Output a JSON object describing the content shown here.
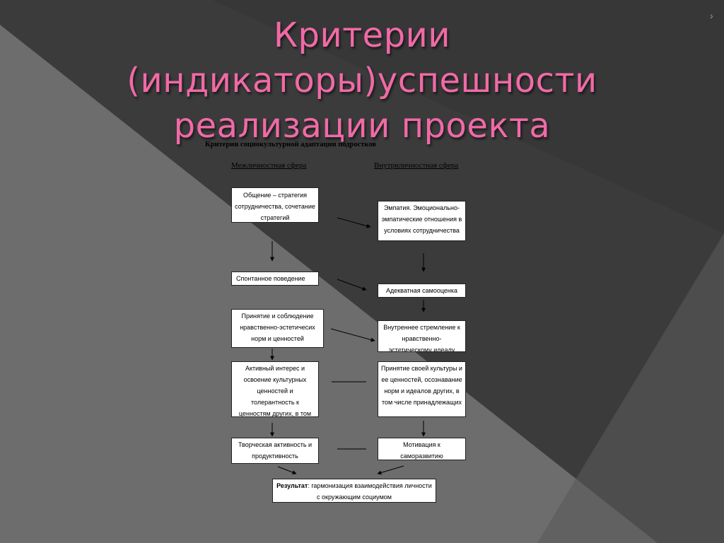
{
  "colors": {
    "bg_dark": "#3a3a3a",
    "bg_light": "#6e6e6e",
    "title": "#f06aa6",
    "box_fill": "#ffffff",
    "box_border": "#222222"
  },
  "slide": {
    "title_lines": [
      "Критерии",
      "(индикаторы)успешности",
      "реализации проекта"
    ],
    "subtitle": "Критерии социокультурной адаптации подростков",
    "col_left": "Межличностная сфера",
    "col_right": "Внутриличностная сфера",
    "nav_icon": "chevron-right-icon",
    "nav_glyph": "›"
  },
  "diagram": {
    "left": [
      "Общение – стратегия сотрудничества, сочетание стратегий",
      "Спонтанное поведение",
      "Принятие и соблюдение нравственно-эстетичесих норм и ценностей",
      "Активный интерес и освоение культурных ценностей и толерантность к ценностям других, в том",
      "Творческая активность и продуктивность"
    ],
    "right": [
      "Эмпатия. Эмоционально-эмпатические отношения в условиях сотрудничества",
      "Адекватная самооценка",
      "Внутреннее стремление к нравственно-эстетическому идеалу",
      "Принятие своей культуры и ее ценностей, осознавание норм и идеалов других, в том числе принадлежащих",
      "Мотивация к саморазвитию"
    ],
    "result_label": "Результат",
    "result_text": ": гармонизация взаимодействия личности с окружающим социумом"
  }
}
